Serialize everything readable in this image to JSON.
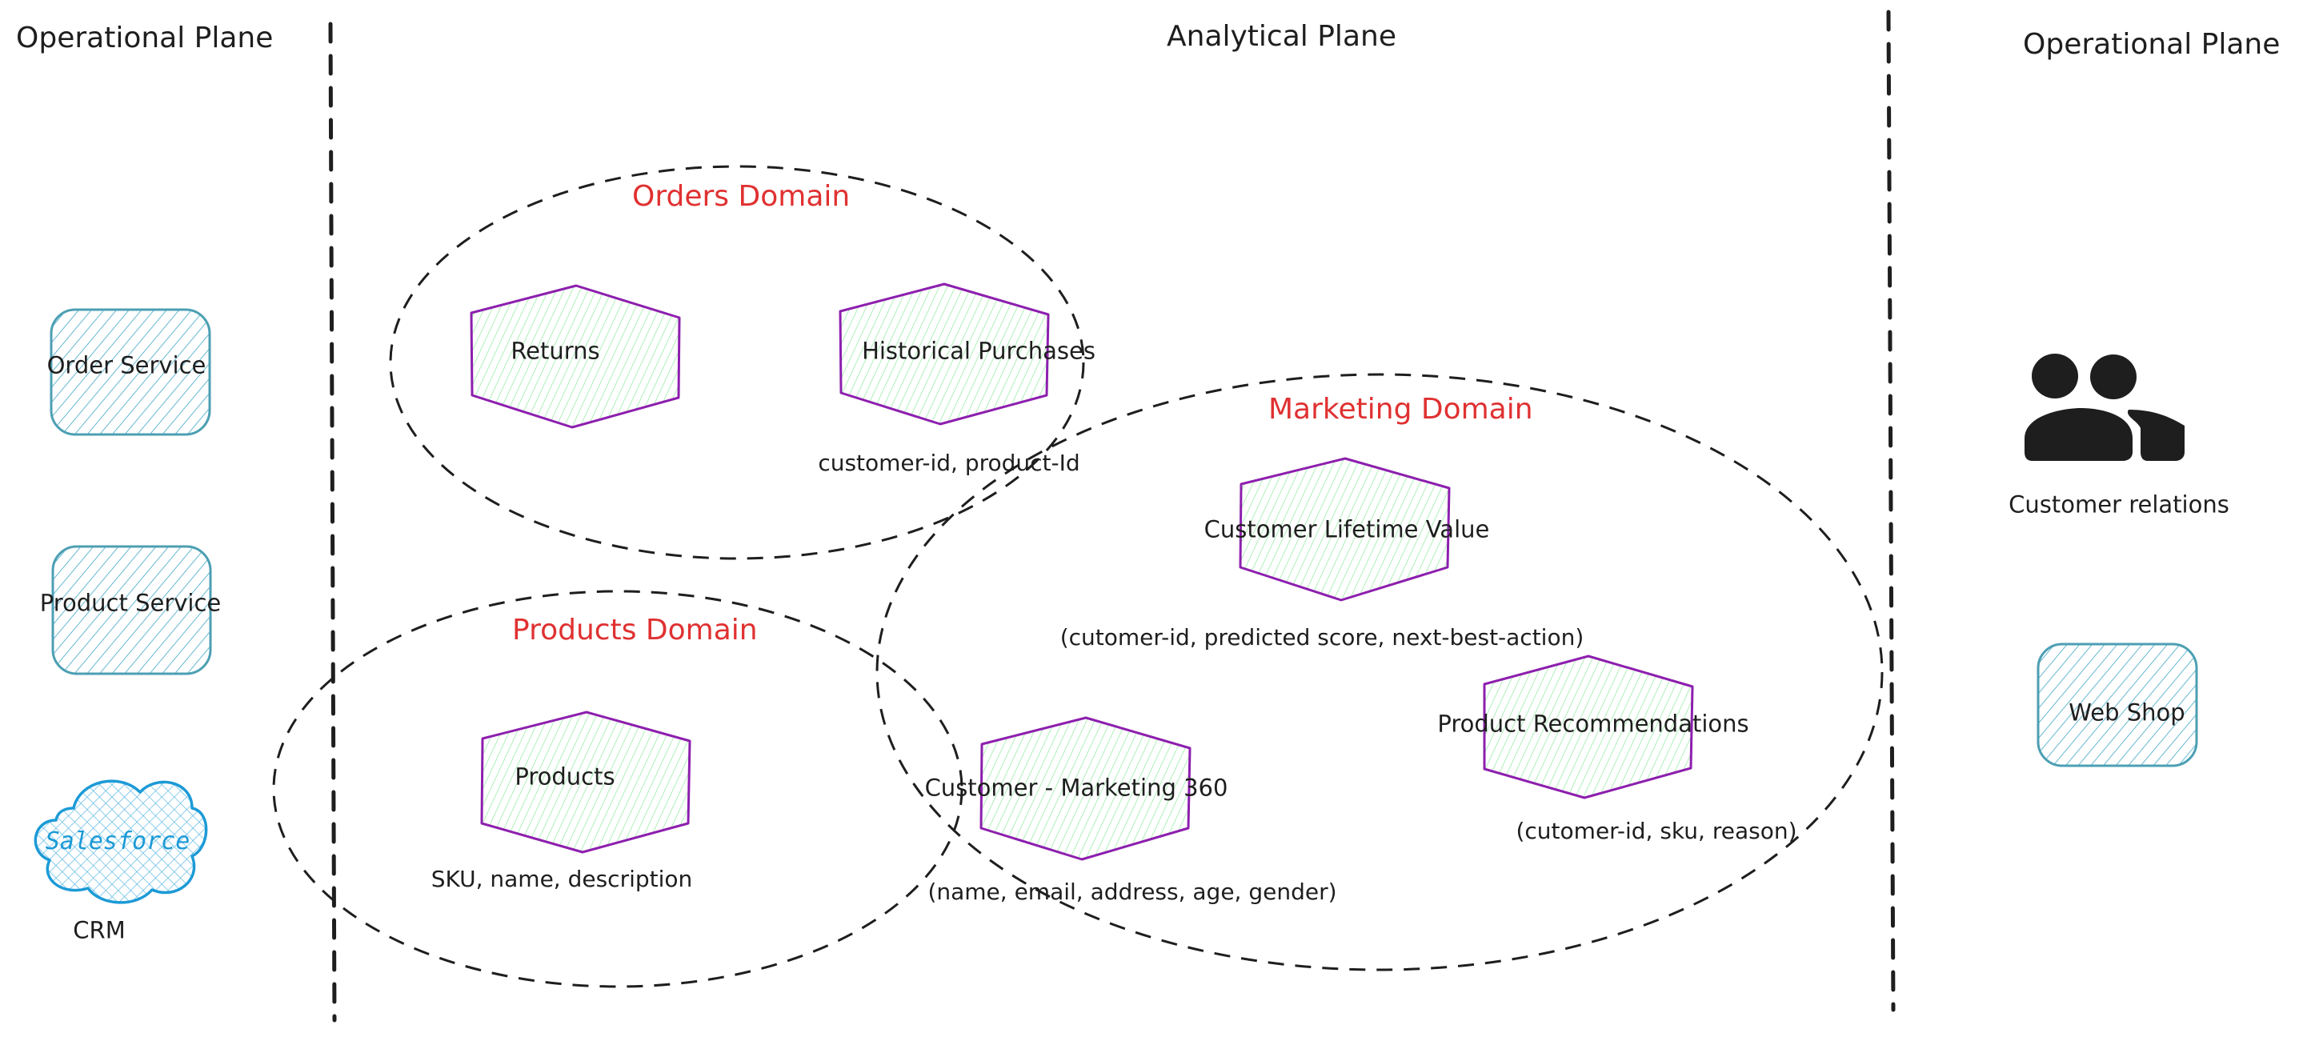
{
  "colors": {
    "stroke": "#1e1e1e",
    "domain_title": "#e03131",
    "hexagon_stroke": "#8d1fae",
    "hexagon_hatch": "#8ce99a",
    "service_stroke": "#4c9fb3",
    "service_hatch": "#66b8d0",
    "salesforce": "#1c9ad6"
  },
  "planes": {
    "left_title": "Operational Plane",
    "center_title": "Analytical Plane",
    "right_title": "Operational Plane"
  },
  "operational_left": {
    "order_service": "Order Service",
    "product_service": "Product Service",
    "crm_logo_text": "Salesforce",
    "crm_label": "CRM"
  },
  "operational_right": {
    "customer_relations": "Customer relations",
    "web_shop": "Web Shop"
  },
  "domains": {
    "orders": {
      "title": "Orders Domain",
      "products": [
        {
          "name": "Returns"
        },
        {
          "name": "Historical Purchases",
          "attributes": "customer-id, product-Id"
        }
      ]
    },
    "products": {
      "title": "Products Domain",
      "products": [
        {
          "name": "Products",
          "attributes": "SKU, name, description"
        }
      ]
    },
    "marketing": {
      "title": "Marketing Domain",
      "products": [
        {
          "name": "Customer Lifetime Value",
          "attributes": "(cutomer-id, predicted score, next-best-action)"
        },
        {
          "name": "Product Recommendations",
          "attributes": "(cutomer-id, sku, reason)"
        },
        {
          "name": "Customer - Marketing 360",
          "attributes": "(name, email, address, age, gender)"
        }
      ]
    }
  }
}
